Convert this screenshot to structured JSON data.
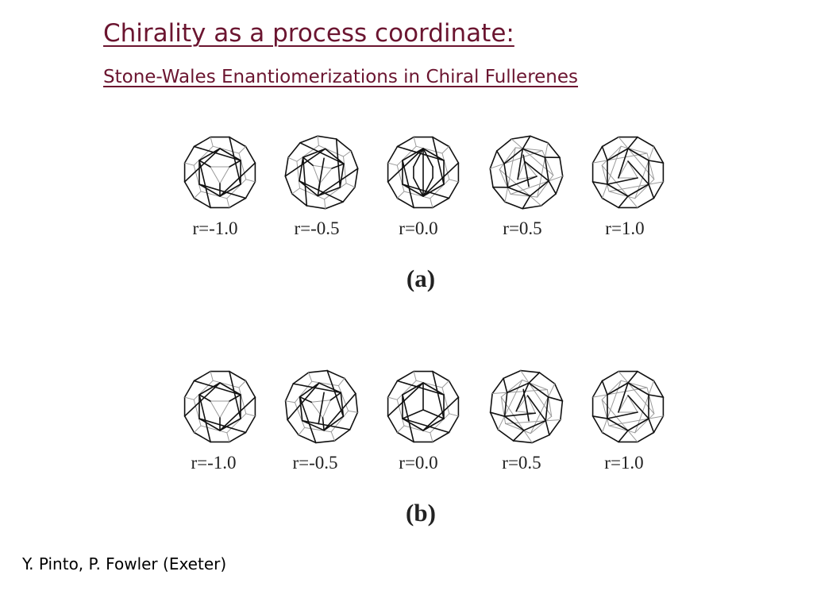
{
  "title": "Chirality as a process coordinate:",
  "subtitle": "Stone-Wales Enantiomerizations in Chiral Fullerenes",
  "panels": [
    {
      "label": "(a)",
      "r_labels": [
        "r=-1.0",
        "r=-0.5",
        "r=0.0",
        "r=0.5",
        "r=1.0"
      ],
      "variants": [
        "chiral-left",
        "twist-left",
        "symmetric-a",
        "twist-right",
        "chiral-right"
      ]
    },
    {
      "label": "(b)",
      "r_labels": [
        "r=-1.0",
        "r=-0.5",
        "r=0.0",
        "r=0.5",
        "r=1.0"
      ],
      "variants": [
        "chiral-left",
        "tilt-left",
        "symmetric-b",
        "tilt-right",
        "chiral-right"
      ]
    }
  ],
  "credit": "Y. Pinto, P. Fowler (Exeter)"
}
